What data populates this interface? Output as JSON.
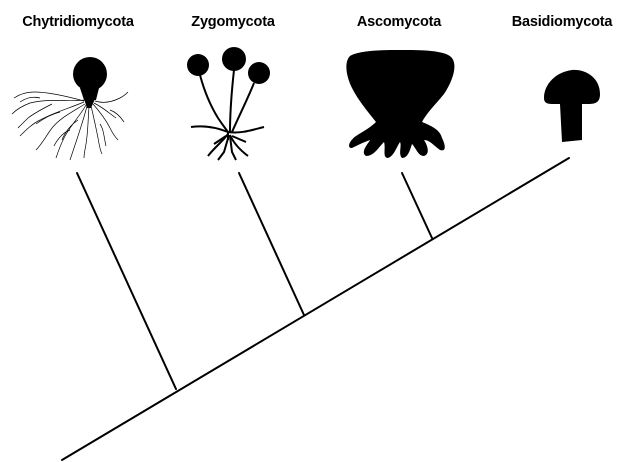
{
  "diagram": {
    "type": "phylogenetic-cladogram",
    "line_color": "#000000",
    "fill_color": "#000000",
    "background": "#ffffff",
    "taxa": [
      {
        "id": "chytridiomycota",
        "label": "Chytridiomycota",
        "icon": "chytrid-sporangium-with-rhizoids-icon"
      },
      {
        "id": "zygomycota",
        "label": "Zygomycota",
        "icon": "zygomycete-sporangiophores-icon"
      },
      {
        "id": "ascomycota",
        "label": "Ascomycota",
        "icon": "ascomycete-cup-fungus-icon"
      },
      {
        "id": "basidiomycota",
        "label": "Basidiomycota",
        "icon": "mushroom-icon"
      }
    ],
    "topology": "(Chytridiomycota,(Zygomycota,(Ascomycota,Basidiomycota)))"
  }
}
